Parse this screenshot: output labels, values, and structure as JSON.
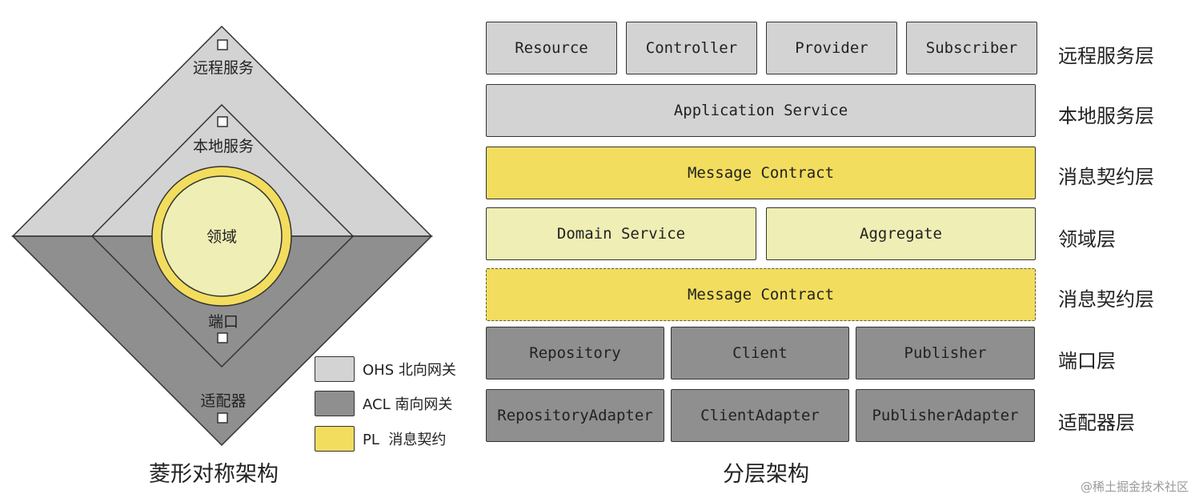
{
  "left_diagram": {
    "caption": "菱形对称架构",
    "zones": {
      "remote": "远程服务",
      "local": "本地服务",
      "domain": "领域",
      "port": "端口",
      "adapter": "适配器"
    },
    "legend": [
      {
        "text": "OHS 北向网关",
        "color": "#d3d3d3"
      },
      {
        "text": "ACL 南向网关",
        "color": "#8f8f8f"
      },
      {
        "text": "PL  消息契约",
        "color": "#f2dd5e"
      }
    ]
  },
  "right_diagram": {
    "caption": "分层架构",
    "rows": [
      {
        "label": "远程服务层",
        "boxes": [
          "Resource",
          "Controller",
          "Provider",
          "Subscriber"
        ]
      },
      {
        "label": "本地服务层",
        "boxes": [
          "Application Service"
        ]
      },
      {
        "label": "消息契约层",
        "boxes": [
          "Message Contract"
        ]
      },
      {
        "label": "领域层",
        "boxes": [
          "Domain Service",
          "Aggregate"
        ]
      },
      {
        "label": "消息契约层",
        "boxes": [
          "Message Contract"
        ]
      },
      {
        "label": "端口层",
        "boxes": [
          "Repository",
          "Client",
          "Publisher"
        ]
      },
      {
        "label": "适配器层",
        "boxes": [
          "RepositoryAdapter",
          "ClientAdapter",
          "PublisherAdapter"
        ]
      }
    ]
  },
  "colors": {
    "light_gray": "#d3d3d3",
    "dark_gray": "#8f8f8f",
    "yellow": "#f2dd5e",
    "pale_yellow": "#eeeeb5"
  },
  "watermark": "@稀土掘金技术社区"
}
